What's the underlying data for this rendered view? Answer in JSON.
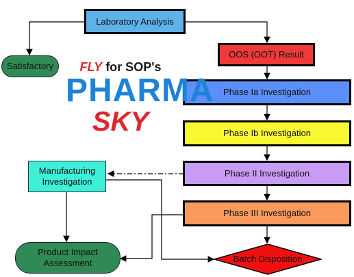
{
  "nodes": {
    "lab": "Laboratory Analysis",
    "satisfactory": "Satisfactory",
    "oos": "OOS (OOT) Result",
    "phase_ia": "Phase Ia Investigation",
    "phase_ib": "Phase Ib Investigation",
    "phase_ii": "Phase II Investigation",
    "phase_iii": "Phase III Investigation",
    "manufacturing": "Manufacturing Investigation",
    "impact": "Product Impact Assessment",
    "batch": "Batch Disposition"
  },
  "logo": {
    "fly": "FLY",
    "for_sops": "for SOP's",
    "pharma": "PHARMA",
    "sky": "SKY"
  },
  "colors": {
    "lab": "#5fb2e8",
    "satisfactory": "#2f8a55",
    "oos": "#f03a3a",
    "phase_ia": "#5b8ff9",
    "phase_ib": "#f8f832",
    "phase_ii": "#c89cf5",
    "phase_iii": "#f79a5c",
    "manufacturing": "#3ff0d8",
    "impact": "#2f8a55",
    "batch": "#f01010"
  }
}
